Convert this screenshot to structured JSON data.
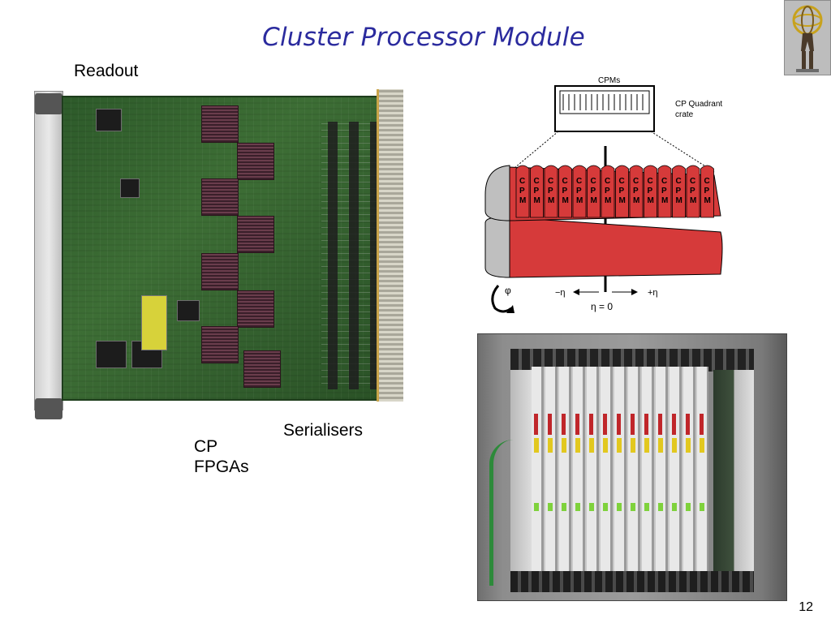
{
  "slide": {
    "title": "Cluster Processor Module",
    "page_number": "12"
  },
  "labels": {
    "readout": "Readout",
    "serialisers": "Serialisers",
    "cp_fpgas_line1": "CP",
    "cp_fpgas_line2": "FPGAs"
  },
  "diagram": {
    "cpms_label": "CPMs",
    "quadrant_line1": "CP Quadrant",
    "quadrant_line2": "crate",
    "module_letters": [
      "C",
      "P",
      "M"
    ],
    "module_count": 14,
    "neg_eta": "−η",
    "pos_eta": "+η",
    "eta_zero": "η = 0",
    "phi_symbol": "φ",
    "colors": {
      "module_red": "#d63a3a",
      "barrel_grey": "#bfbfbf"
    }
  },
  "colors": {
    "title": "#2b2b9e"
  }
}
